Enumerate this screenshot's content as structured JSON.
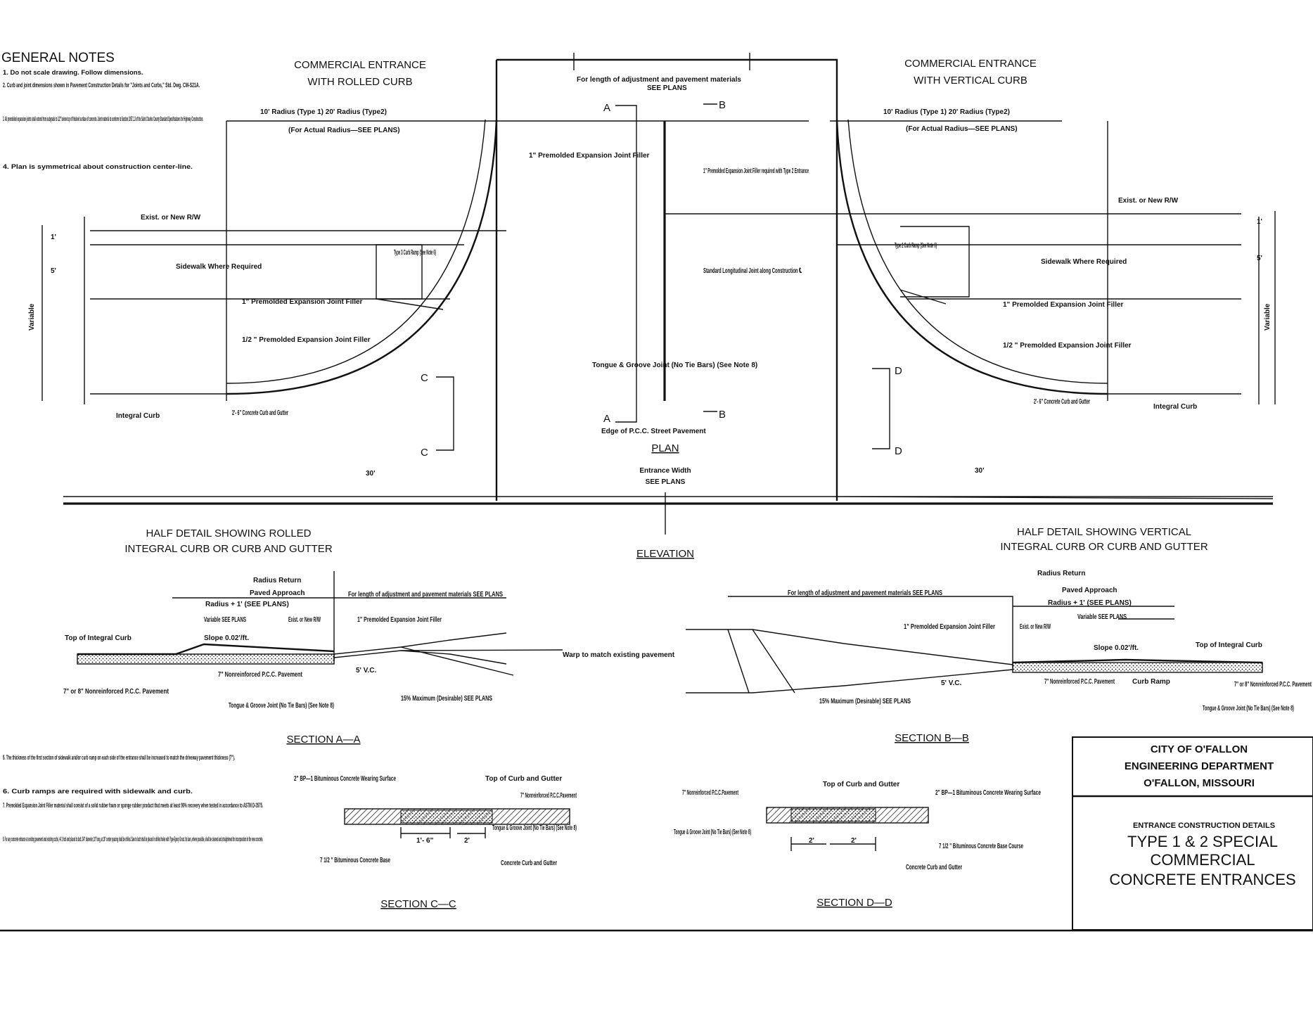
{
  "general_notes": {
    "heading": "GENERAL NOTES",
    "items": [
      "1.  Do not scale drawing.  Follow dimensions.",
      "2.  Curb and joint dimensions shown in Pavement Construction Details for \"Joints and Curbs,\" Std. Dwg. CM-S21A.",
      "3.  All premolded expansion joints shall extend from subgrade to 1/2\" below top of finished surface of concrete. Joint material to conform to Section 1057.1.3 of the Saint Charles County Standard Specifications for Highway Construction.",
      "4.  Plan is symmetrical about construction center-line."
    ]
  },
  "later_notes": [
    "5.  The thickness of the first section of sidewalk and/or curb ramp on each side of the entrance shall be increased to match the driveway pavement thickness (7\").",
    "6.  Curb ramps are required with sidewalk and curb.",
    "7.  Premolded Expansion Joint Filler material shall consist of a solid rubber foam or sponge rubber product that meets at least 90% recovery when tested in accordance to ASTM D-3575.",
    "8.  For any concrete entrance at existing pavement and existing curbs, #4 1 foot and placed to butt. 3/4\" diameter, 18\" long, at 18\" center spacing shall be drilled. Saw to butt shall be placed in drilled holes with Type-Epoxy Grout. Its bars, where possible, shall be cleaned and straightened for incorporation in the new concrete."
  ],
  "plan": {
    "left_title": [
      "COMMERCIAL ENTRANCE",
      "WITH ROLLED CURB"
    ],
    "right_title": [
      "COMMERCIAL ENTRANCE",
      "WITH VERTICAL CURB"
    ],
    "label": "PLAN",
    "elevation_label": "ELEVATION",
    "radius_left": "10' Radius (Type 1)   20' Radius (Type2)",
    "radius_right": "10' Radius (Type 1)   20' Radius (Type2)",
    "radius_note": "(For Actual Radius—SEE PLANS)",
    "adj_pavement": "For length of adjustment and pavement materials",
    "see_plans": "SEE PLANS",
    "exp_joint_1in": "1\" Premolded Expansion Joint Filler",
    "exp_joint_type2": "1\" Premolded Expansion Joint Filler required with Type 2 Entrance",
    "exist_rw": "Exist. or New R/W",
    "sidewalk": "Sidewalk Where Required",
    "type3_ramp": "Type 3 Curb Ramp (See Note 6)",
    "type2_ramp": "Type 2 Curb Ramp (See Note 6)",
    "long_joint": "Standard Longitudinal Joint along Construction ℄",
    "half_exp": "1/2 \" Premolded Expansion Joint Filler",
    "tongue_groove": "Tongue & Groove Joint (No Tie Bars) (See Note 8)",
    "integral_curb": "Integral Curb",
    "curb_gutter": "2'- 6\" Concrete Curb and Gutter",
    "edge_pcc": "Edge of P.C.C. Street Pavement",
    "variable": "Variable",
    "dim_30": "30'",
    "entrance_width": "Entrance Width",
    "dim_1": "1'",
    "dim_5": "5'",
    "markers": {
      "a": "A",
      "b": "B",
      "c": "C",
      "d": "D"
    }
  },
  "half_detail_left": [
    "HALF DETAIL SHOWING ROLLED",
    "INTEGRAL CURB OR CURB AND GUTTER"
  ],
  "half_detail_right": [
    "HALF DETAIL SHOWING VERTICAL",
    "INTEGRAL CURB OR CURB AND GUTTER"
  ],
  "section_aa": {
    "label": "SECTION A—A",
    "radius_return": "Radius Return",
    "paved_approach": "Paved Approach",
    "radius_plus": "Radius + 1' (SEE PLANS)",
    "variable_see": "Variable SEE PLANS",
    "slope": "Slope 0.02'/ft.",
    "top_integral": "Top of Integral Curb",
    "exist_rw": "Exist. or New R/W",
    "adj_len": "For length of adjustment and pavement materials SEE PLANS",
    "warp": "Warp to match existing pavement",
    "exp": "1\" Premolded Expansion Joint Filler",
    "pcc_7": "7\" or 8\" Nonreinforced P.C.C. Pavement",
    "nonreinf": "7\" Nonreinforced P.C.C. Pavement",
    "tongue": "Tongue & Groove Joint (No Tie Bars) (See Note 8)",
    "vc": "5' V.C.",
    "max": "15% Maximum (Desirable) SEE PLANS"
  },
  "section_bb": {
    "label": "SECTION B—B",
    "radius_return": "Radius Return",
    "paved_approach": "Paved Approach",
    "radius_plus": "Radius + 1' (SEE PLANS)",
    "variable_see": "Variable SEE PLANS",
    "slope": "Slope 0.02'/ft.",
    "top_integral": "Top of Integral Curb",
    "exist_rw": "Exist. or New R/W",
    "adj_len": "For length of adjustment and pavement materials SEE PLANS",
    "exp": "1\" Premolded Expansion Joint Filler",
    "curb_ramp": "Curb Ramp",
    "pcc_7": "7\" or 8\" Nonreinforced P.C.C. Pavement",
    "nonreinf": "7\" Nonreinforced P.C.C. Pavement",
    "tongue": "Tongue & Groove Joint (No Tie Bars) (See Note 8)",
    "vc": "5' V.C.",
    "max": "15% Maximum (Desirable) SEE PLANS"
  },
  "section_cc": {
    "label": "SECTION C—C",
    "bp1": "2\" BP—1 Bituminous Concrete Wearing Surface",
    "top_curb": "Top of Curb and Gutter",
    "nonreinf": "7\" Nonreinforced P.C.C.Pavement",
    "tongue": "Tongue & Groove Joint (No Tie Bars) (See Note 8)",
    "base": "7 1/2 \" Bituminous Concrete Base",
    "curb": "Concrete Curb and Gutter",
    "dim1": "1'- 6\"",
    "dim2": "2'"
  },
  "section_dd": {
    "label": "SECTION D—D",
    "nonreinf": "7\" Nonreinforced P.C.C.Pavement",
    "top_curb": "Top of Curb and Gutter",
    "bp1": "2\" BP—1 Bituminous Concrete Wearing Surface",
    "tongue": "Tongue & Groove Joint (No Tie Bars) (See Note 8)",
    "base": "7 1/2 \" Bituminous Concrete Base Course",
    "curb": "Concrete Curb and Gutter",
    "dim1": "2'",
    "dim2": "2'"
  },
  "title_block": {
    "city": "CITY OF O'FALLON",
    "dept": "ENGINEERING DEPARTMENT",
    "location": "O'FALLON, MISSOURI",
    "subtitle": "ENTRANCE CONSTRUCTION DETAILS",
    "title_lines": [
      "TYPE 1 & 2 SPECIAL",
      "COMMERCIAL",
      "CONCRETE ENTRANCES"
    ]
  }
}
